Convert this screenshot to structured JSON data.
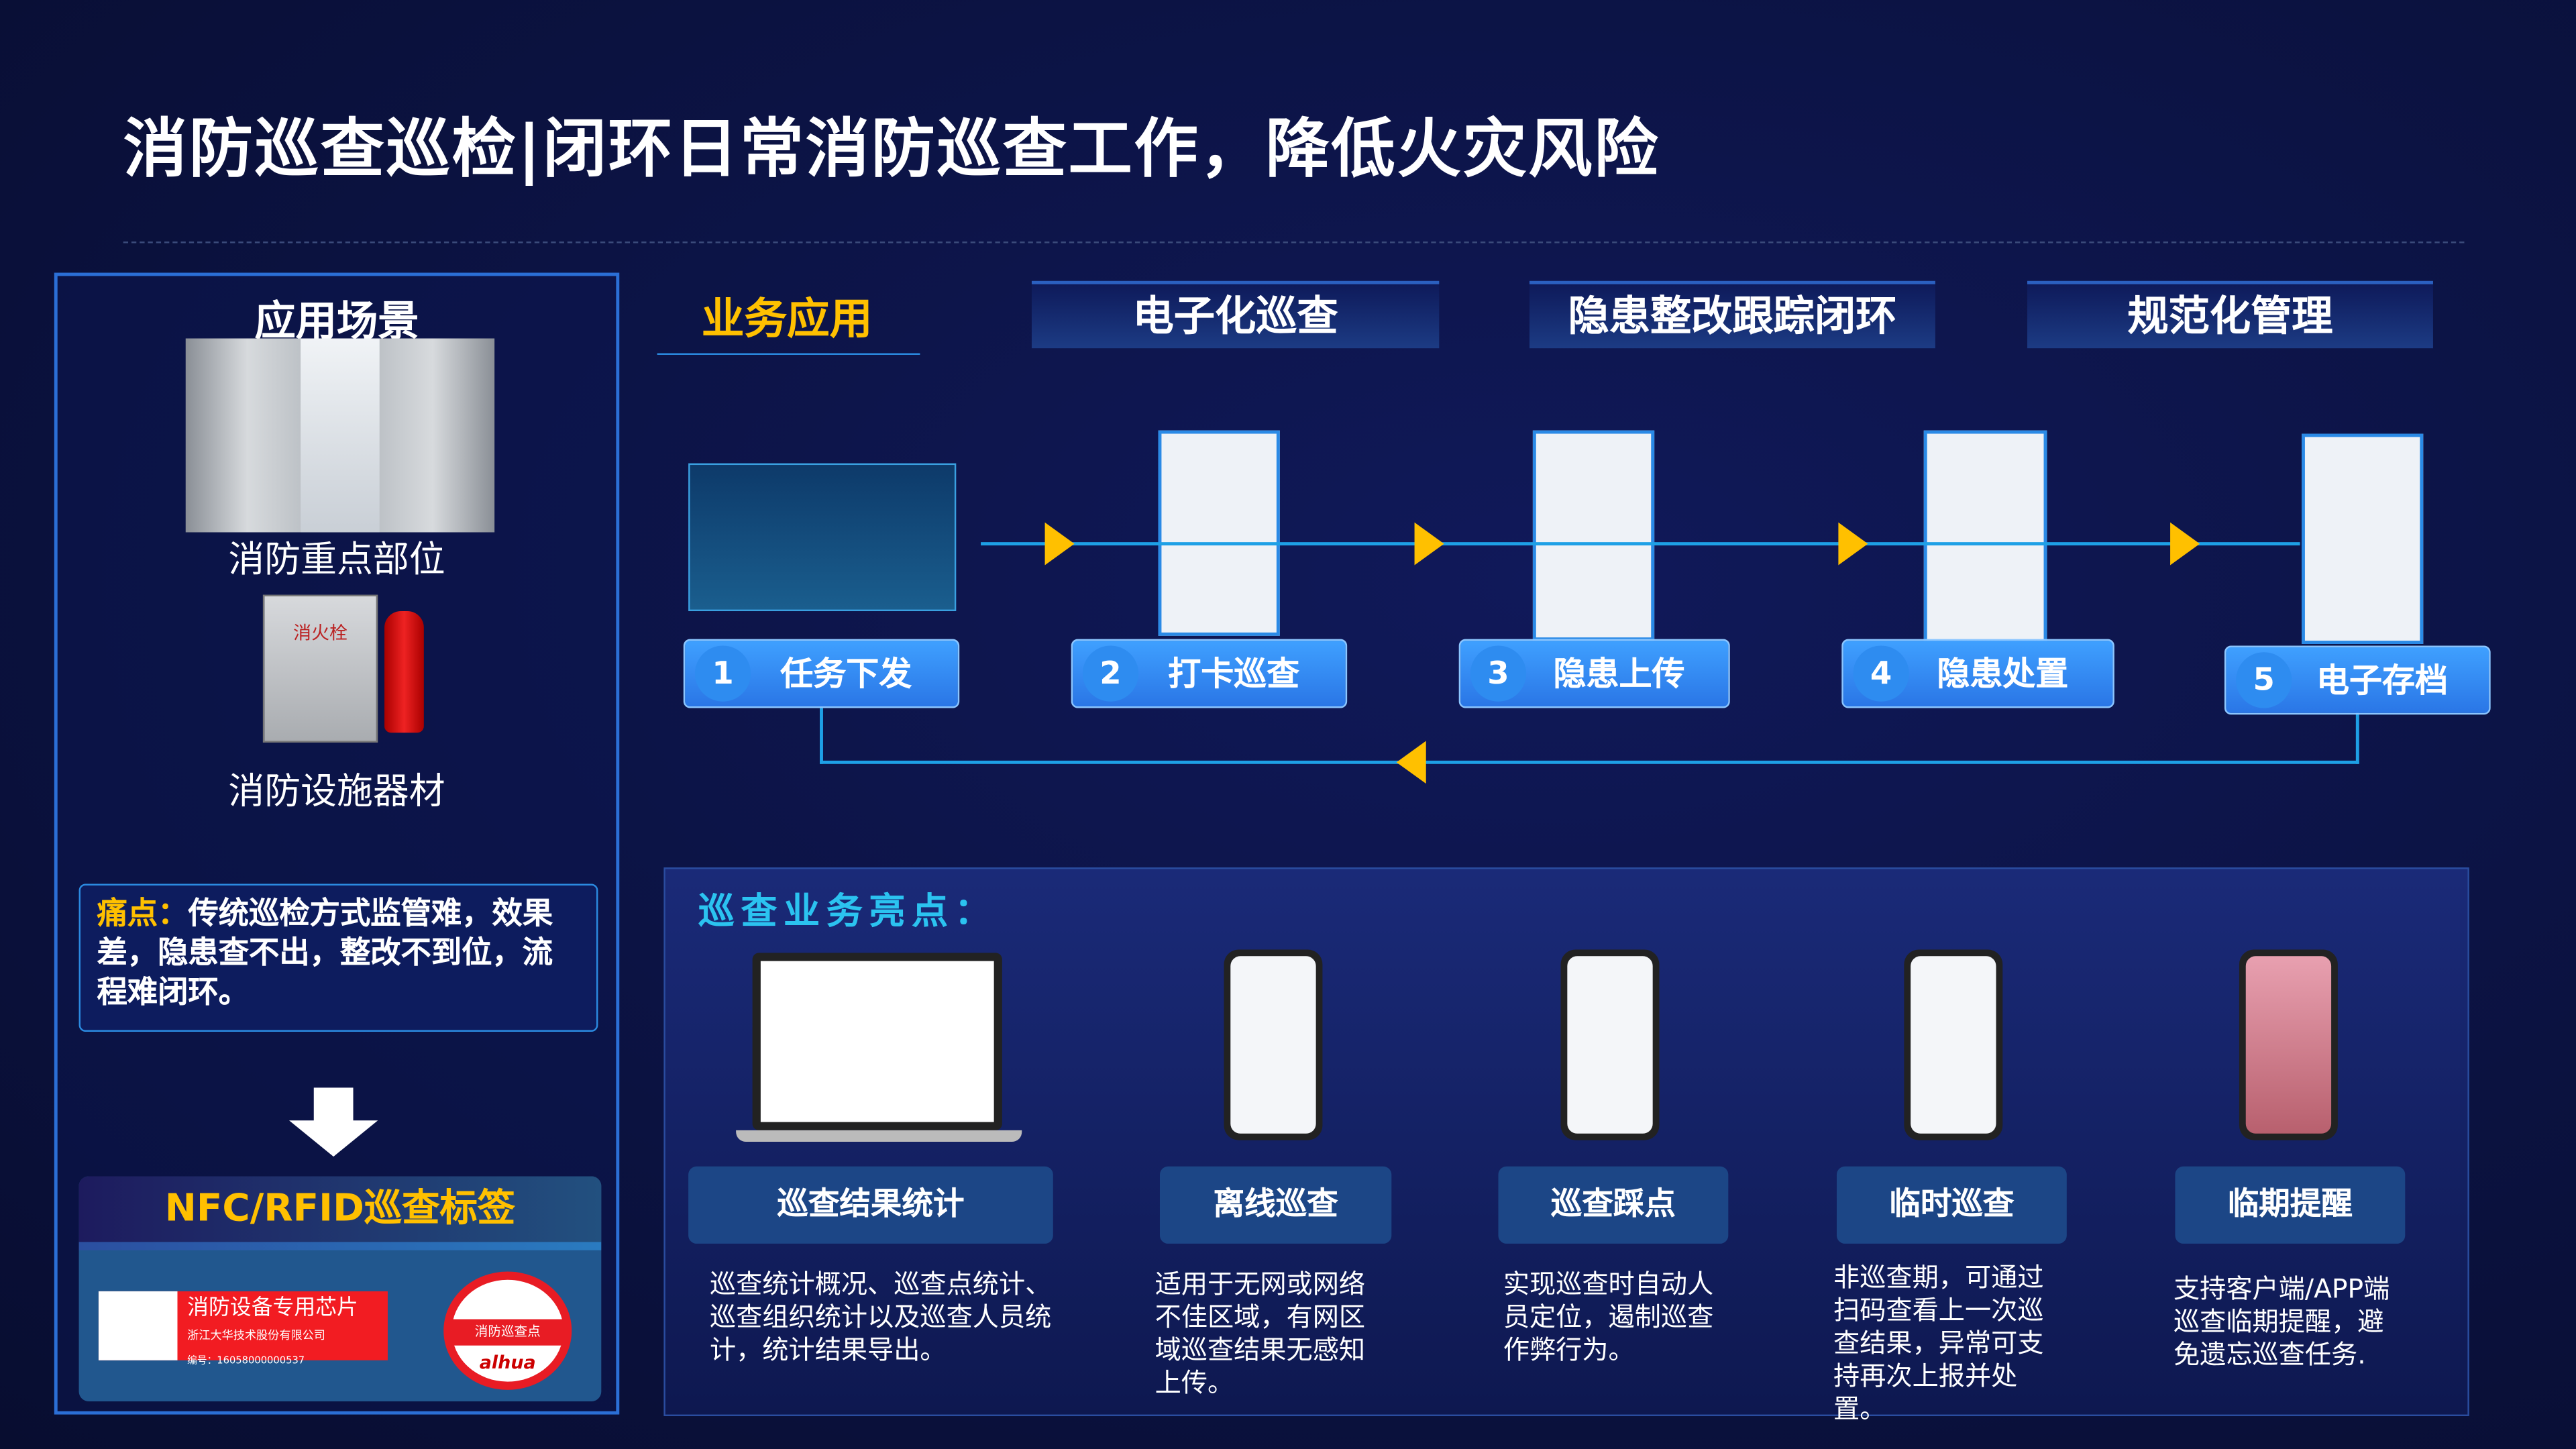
{
  "title": "消防巡查巡检|闭环日常消防巡查工作，降低火灾风险",
  "left": {
    "heading": "应用场景",
    "scene1": "消防重点部位",
    "scene2": "消防设施器材",
    "hydrant_text": "消火栓",
    "pain_key": "痛点：",
    "pain_text": "传统巡检方式监管难，效果差，隐患查不出，整改不到位，流程难闭环。",
    "nfc_title": "NFC/RFID巡查标签",
    "tag1_title": "消防设备专用芯片",
    "tag1_company": "浙江大华技术股份有限公司",
    "tag1_code": "编号：16058000000537",
    "tag2_title": "消防巡查点",
    "tag2_logo": "alhua"
  },
  "section_label": "业务应用",
  "tabs": [
    "电子化巡查",
    "隐患整改跟踪闭环",
    "规范化管理"
  ],
  "steps": [
    {
      "num": "1",
      "label": "任务下发"
    },
    {
      "num": "2",
      "label": "打卡巡查"
    },
    {
      "num": "3",
      "label": "隐患上传"
    },
    {
      "num": "4",
      "label": "隐患处置"
    },
    {
      "num": "5",
      "label": "电子存档"
    }
  ],
  "highlights": {
    "title": "巡查业务亮点：",
    "items": [
      {
        "label": "巡查结果统计",
        "desc": "巡查统计概况、巡查点统计、巡查组织统计以及巡查人员统计，统计结果导出。"
      },
      {
        "label": "离线巡查",
        "desc": "适用于无网或网络不佳区域，有网区域巡查结果无感知上传。"
      },
      {
        "label": "巡查踩点",
        "desc": "实现巡查时自动人员定位，遏制巡查作弊行为。"
      },
      {
        "label": "临时巡查",
        "desc": "非巡查期，可通过扫码查看上一次巡查结果，异常可支持再次上报并处置。"
      },
      {
        "label": "临期提醒",
        "desc": "支持客户端/APP端巡查临期提醒，避免遗忘巡查任务."
      }
    ]
  },
  "colors": {
    "accent": "#ffc000",
    "flow": "#1ea0e6",
    "step": "#2a76e6",
    "highlight_title": "#2bc3f0"
  }
}
